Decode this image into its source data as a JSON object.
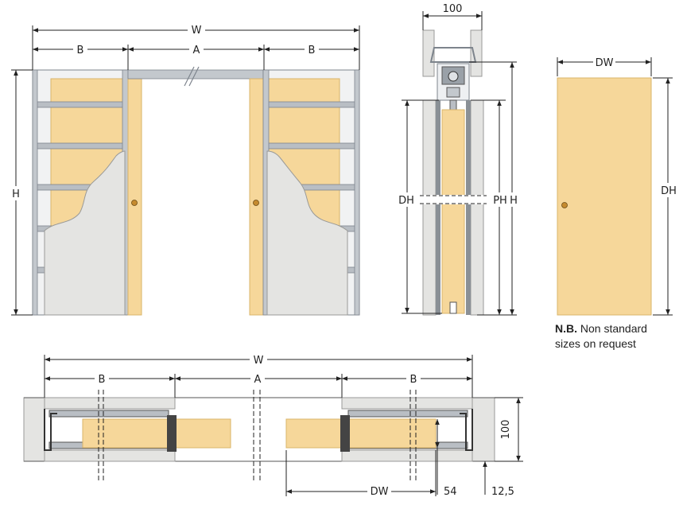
{
  "labels": {
    "W": "W",
    "A": "A",
    "B": "B",
    "H": "H",
    "DH": "DH",
    "PH": "PH",
    "DW": "DW",
    "d100": "100",
    "d54": "54",
    "d12_5": "12,5"
  },
  "note": {
    "bold": "N.B.",
    "line1": "Non standard",
    "line2": "sizes on request"
  },
  "colors": {
    "door": "#f6d79a",
    "door_edge": "#d9b46a",
    "plaster": "#e4e4e2",
    "steel": "#b9bec4",
    "steel_dark": "#7d848c",
    "line": "#222222"
  }
}
